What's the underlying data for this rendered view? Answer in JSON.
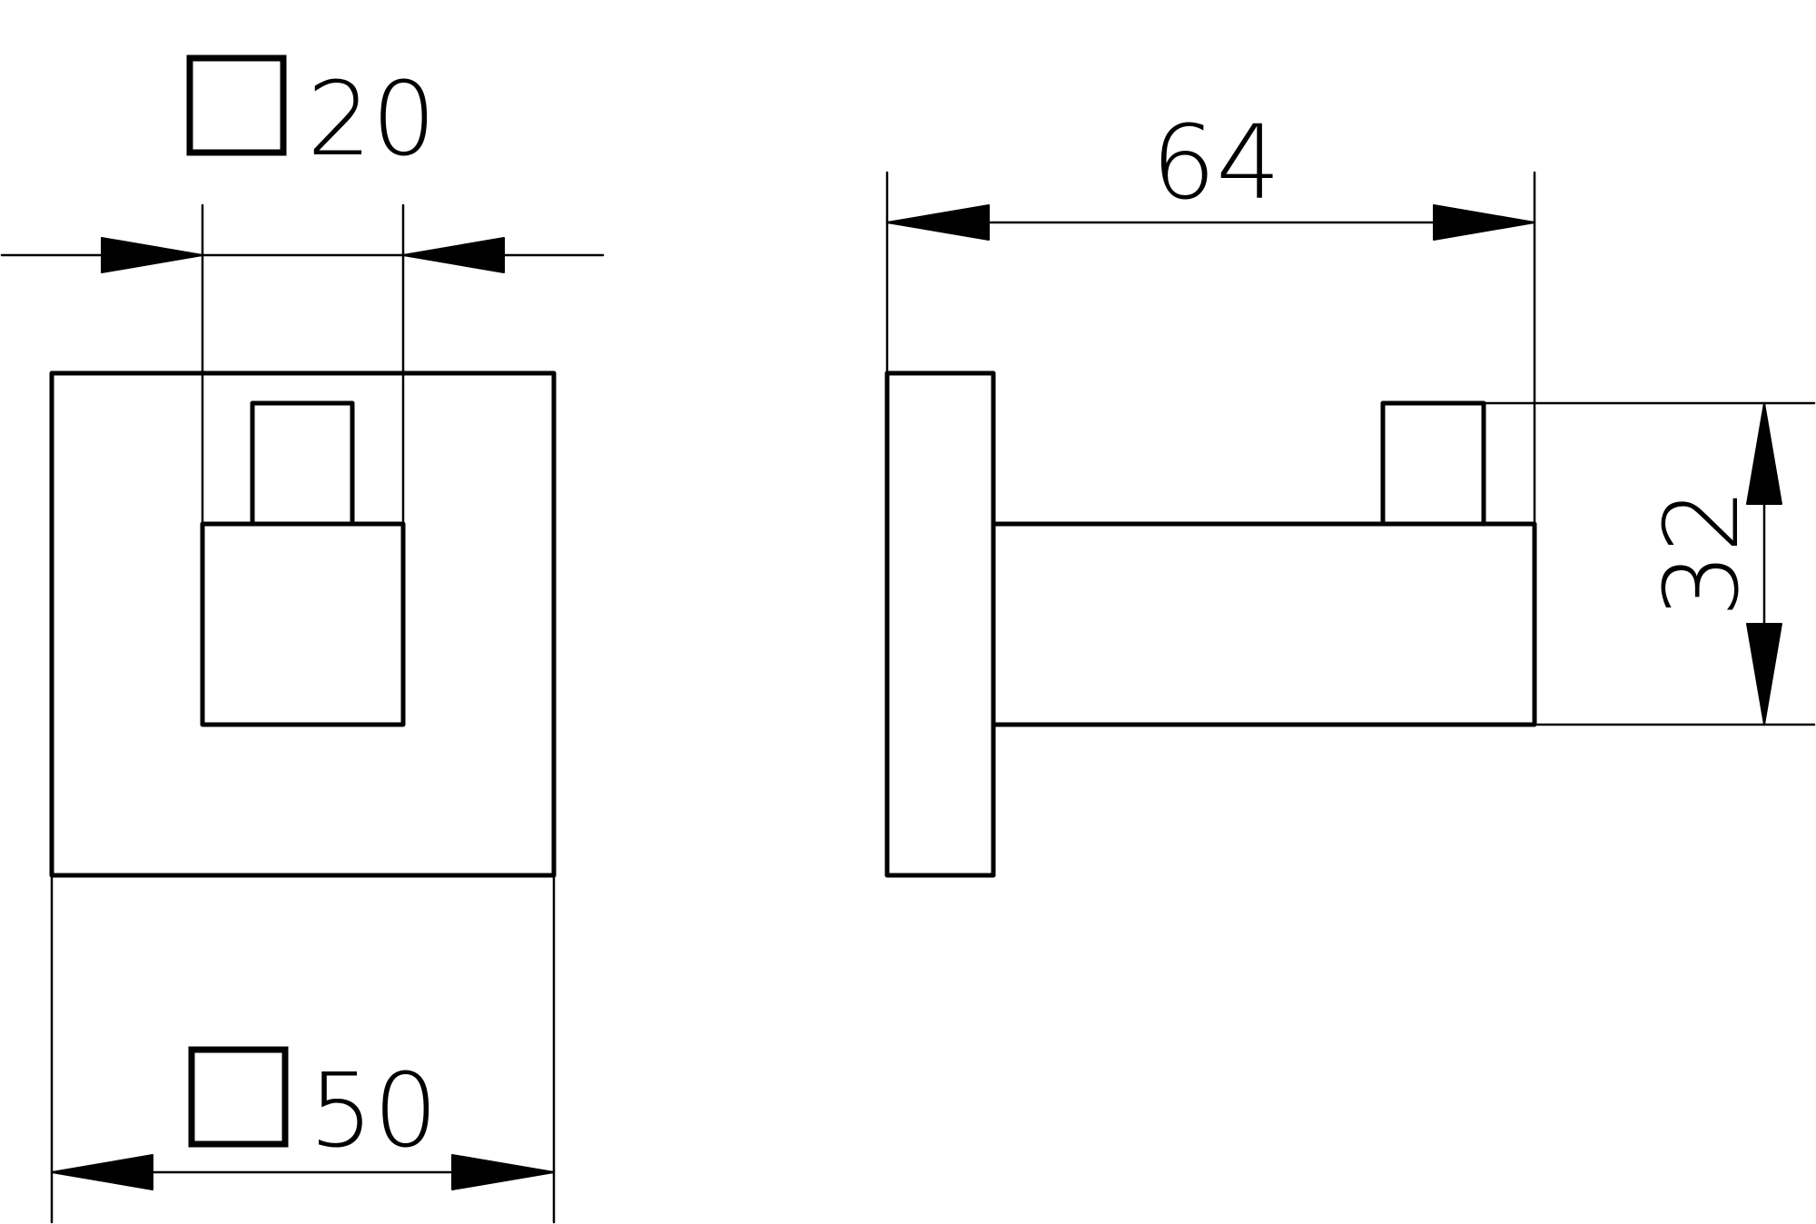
{
  "dimensions": {
    "top_square": {
      "symbol": "□",
      "value": "20"
    },
    "bottom_square": {
      "symbol": "□",
      "value": "50"
    },
    "length": {
      "value": "64"
    },
    "height": {
      "value": "32"
    }
  },
  "colors": {
    "line": "#000000",
    "background": "#ffffff"
  }
}
